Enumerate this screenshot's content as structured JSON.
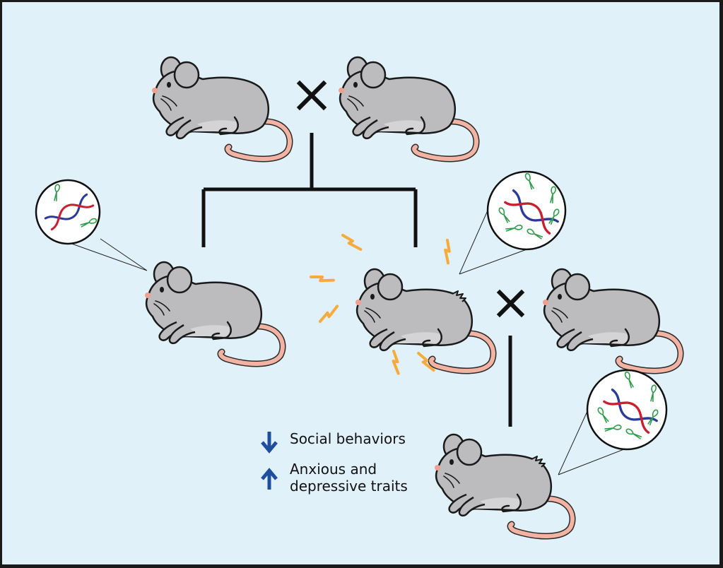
{
  "figure": {
    "background_color": "#e1f1fa",
    "border_color": "#1a1a1a",
    "colors": {
      "mouse_body": "#bcbcbe",
      "mouse_belly": "#d4d4d6",
      "mouse_tail": "#f3b3a3",
      "mouse_nose": "#f0a090",
      "stress_bolt": "#f7ab3c",
      "dna_strand_a": "#c8202f",
      "dna_strand_b": "#2b3b9a",
      "microbe": "#2e9c4a",
      "arrow": "#1f4e9c"
    },
    "generations": [
      {
        "id": "parents",
        "mice": [
          "parent-1",
          "parent-2"
        ],
        "cross_symbol": "×"
      },
      {
        "id": "offspring",
        "mice": [
          "offspring-control",
          "offspring-stressed"
        ]
      },
      {
        "id": "next-cross",
        "mice": [
          "offspring-stressed",
          "mate"
        ],
        "cross_symbol": "×"
      },
      {
        "id": "grand-offspring",
        "mice": [
          "grand-offspring"
        ]
      }
    ],
    "magnifiers": [
      {
        "id": "control-microbiome",
        "microbe_count": 2
      },
      {
        "id": "stressed-microbiome",
        "microbe_count": 6
      },
      {
        "id": "grand-offspring-microbiome",
        "microbe_count": 6
      }
    ]
  },
  "legend": {
    "items": [
      {
        "direction": "down",
        "icon": "arrow-down-icon",
        "label": "Social behaviors"
      },
      {
        "direction": "up",
        "icon": "arrow-up-icon",
        "label_line1": "Anxious and",
        "label_line2": "depressive traits"
      }
    ]
  }
}
